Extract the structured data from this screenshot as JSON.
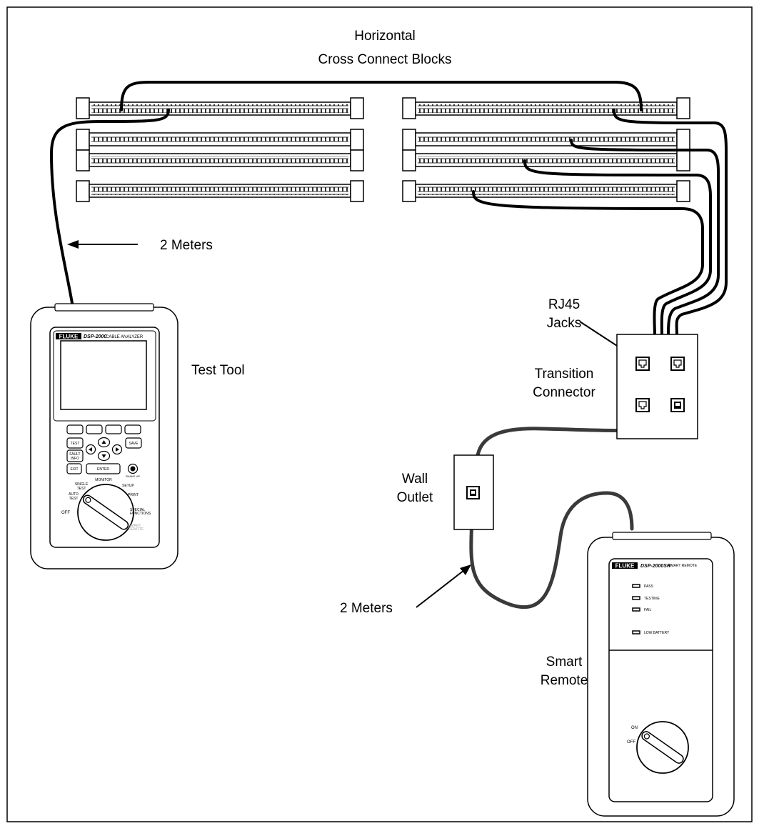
{
  "labels": {
    "header_line1": "Horizontal",
    "header_line2": "Cross Connect Blocks",
    "two_meters_top": "2 Meters",
    "test_tool": "Test Tool",
    "rj45_line1": "RJ45",
    "rj45_line2": "Jacks",
    "transition_line1": "Transition",
    "transition_line2": "Connector",
    "wall_line1": "Wall",
    "wall_line2": "Outlet",
    "two_meters_bottom": "2 Meters",
    "smart_line1": "Smart",
    "smart_line2": "Remote"
  },
  "test_tool_device": {
    "brand": "FLUKE",
    "model": "DSP-2000",
    "subtitle": "CABLE ANALYZER",
    "buttons": {
      "test": "TEST",
      "save": "SAVE",
      "fault1": "FAULT",
      "fault2": "INFO",
      "exit": "EXIT",
      "enter": "ENTER",
      "backlight": "SHAKE UP"
    },
    "dial": {
      "monitor": "MONITOR",
      "single1": "SINGLE",
      "single2": "TEST",
      "setup": "SETUP",
      "auto1": "AUTO",
      "auto2": "TEST",
      "print": "PRINT",
      "off": "OFF",
      "special1": "SPECIAL",
      "special2": "FUNCTIONS",
      "smart1": "SMART",
      "smart2": "REMOTE"
    }
  },
  "smart_remote_device": {
    "brand": "FLUKE",
    "model": "DSP-2000SR",
    "subtitle": "SMART REMOTE",
    "leds": [
      "PASS",
      "TESTING",
      "FAIL",
      "LOW BATTERY"
    ],
    "dial_on": "ON",
    "dial_off": "OFF"
  }
}
